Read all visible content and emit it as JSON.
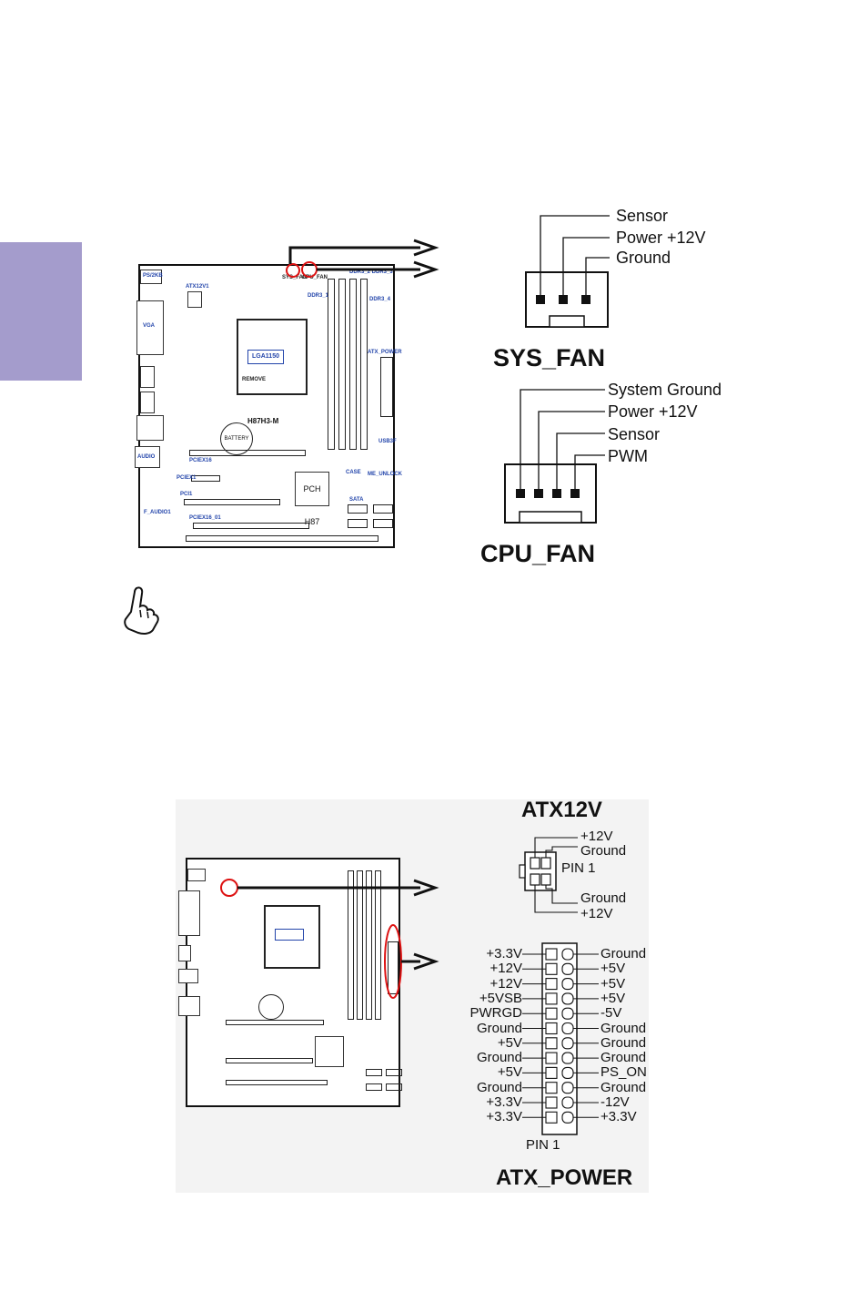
{
  "side_tab": {
    "color": "#a49ccc"
  },
  "fan_section": {
    "sys_fan": {
      "title": "SYS_FAN",
      "pins": [
        "Sensor",
        "Power +12V",
        "Ground"
      ]
    },
    "cpu_fan": {
      "title": "CPU_FAN",
      "pins": [
        "System Ground",
        "Power +12V",
        "Sensor",
        "PWM"
      ]
    },
    "board_labels": {
      "socket": "LGA1150",
      "model": "H87H3-M",
      "pch": "PCH H87",
      "battery": "BATTERY",
      "remove": "REMOVE",
      "ps2": "PS/2KB",
      "vga": "VGA",
      "audio": "AUDIO",
      "atx_power": "ATX_POWER",
      "atx12v": "ATX12V1",
      "pciex16": "PCIEX16",
      "pciex1": "PCIEX1",
      "pci1": "PCI1",
      "sata": "SATA",
      "ddr3_1": "DDR3_1",
      "ddr3_4": "DDR3_4",
      "ddr3_2_3": "DDR3_2  DDR3_3",
      "case": "CASE",
      "usb3f": "USB3F",
      "me_unlock": "ME_UNLOCK",
      "pciex16_01": "PCIEX16_01",
      "f_audio": "F_AUDIO1",
      "sys_fan": "SYS_FAN",
      "cpu_fan": "CPU_FAN"
    }
  },
  "power_section": {
    "atx12v": {
      "title": "ATX12V",
      "pin1": "PIN 1",
      "labels": [
        "+12V",
        "Ground",
        "Ground",
        "+12V"
      ]
    },
    "atx_power": {
      "title": "ATX_POWER",
      "pin1": "PIN 1",
      "left_labels": [
        "+3.3V",
        "+12V",
        "+12V",
        "+5VSB",
        "PWRGD",
        "Ground",
        "+5V",
        "Ground",
        "+5V",
        "Ground",
        "+3.3V",
        "+3.3V"
      ],
      "right_labels": [
        "Ground",
        "+5V",
        "+5V",
        "+5V",
        "-5V",
        "Ground",
        "Ground",
        "Ground",
        "PS_ON",
        "Ground",
        "-12V",
        "+3.3V"
      ]
    }
  }
}
